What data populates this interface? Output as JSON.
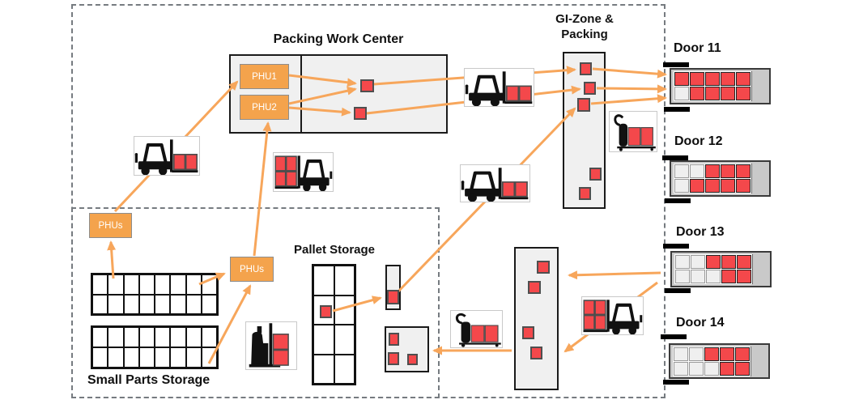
{
  "zones": {
    "packing_work_center": {
      "title": "Packing Work Center"
    },
    "gi_zone": {
      "title_line1": "GI-Zone &",
      "title_line2": "Packing"
    },
    "pallet_storage": {
      "title": "Pallet Storage"
    },
    "small_parts_storage": {
      "title": "Small Parts Storage"
    }
  },
  "phu_boxes": {
    "phu1": "PHU1",
    "phu2": "PHU2",
    "phus_small_parts": "PHUs",
    "phus_staging": "PHUs"
  },
  "doors": [
    {
      "label": "Door 11",
      "load": [
        [
          "R",
          "R",
          "R",
          "R",
          "R"
        ],
        [
          "W",
          "R",
          "R",
          "R",
          "R"
        ]
      ]
    },
    {
      "label": "Door 12",
      "load": [
        [
          "W",
          "W",
          "R",
          "R",
          "R"
        ],
        [
          "W",
          "R",
          "R",
          "R",
          "R"
        ]
      ]
    },
    {
      "label": "Door 13",
      "load": [
        [
          "W",
          "W",
          "R",
          "R",
          "R"
        ],
        [
          "W",
          "W",
          "W",
          "R",
          "R"
        ]
      ]
    },
    {
      "label": "Door 14",
      "load": [
        [
          "W",
          "W",
          "R",
          "R",
          "R"
        ],
        [
          "W",
          "W",
          "W",
          "R",
          "R"
        ]
      ]
    }
  ],
  "storage_grids": {
    "small_parts_rack_1": {
      "cols": 8,
      "rows": 2
    },
    "small_parts_rack_2": {
      "cols": 8,
      "rows": 2
    },
    "pallet_rack": {
      "cols": 2,
      "rows": 4
    }
  },
  "icons": [
    "forklift-icon",
    "forklift-with-stacked-pallets-icon",
    "pallet-jack-icon",
    "reach-truck-icon",
    "pallet-box-icon",
    "dock-bumper-icon"
  ],
  "flows": [
    {
      "from": "phus_small_parts",
      "to": "phu1"
    },
    {
      "from": "phu1",
      "to": "packed_pallet_a"
    },
    {
      "from": "phu2",
      "to": "packed_pallet_a"
    },
    {
      "from": "phu2",
      "to": "packed_pallet_b"
    },
    {
      "from": "packed_pallet_a",
      "to": "gi_zone_pallet_1"
    },
    {
      "from": "packed_pallet_b",
      "to": "gi_zone_pallet_2"
    },
    {
      "from": "gi_zone_pallet_1",
      "to": "door_11"
    },
    {
      "from": "gi_zone_pallet_2",
      "to": "door_11"
    },
    {
      "from": "gi_zone_pallet_3",
      "to": "door_11"
    },
    {
      "from": "staging_rack_pallet",
      "to": "gi_zone_pallet_3"
    },
    {
      "from": "door_13",
      "to": "inbound_zone"
    },
    {
      "from": "door_13",
      "to": "inbound_zone_lower"
    },
    {
      "from": "inbound_zone",
      "to": "sorting_box"
    },
    {
      "from": "pallet_rack_pallet",
      "to": "staging_rack_pallet"
    },
    {
      "from": "small_parts_rack_1",
      "to": "phus_small_parts"
    },
    {
      "from": "small_parts_rack_1",
      "to": "phus_staging"
    },
    {
      "from": "small_parts_rack_2",
      "to": "phus_staging"
    },
    {
      "from": "phus_staging",
      "to": "phu2"
    }
  ],
  "colors": {
    "arrow_orange": "#F7A65B",
    "phu_orange": "#F4A34C",
    "pallet_red": "#F4484B",
    "zone_gray": "#F0F0F0",
    "trailer_gray": "#C9C9C9"
  }
}
